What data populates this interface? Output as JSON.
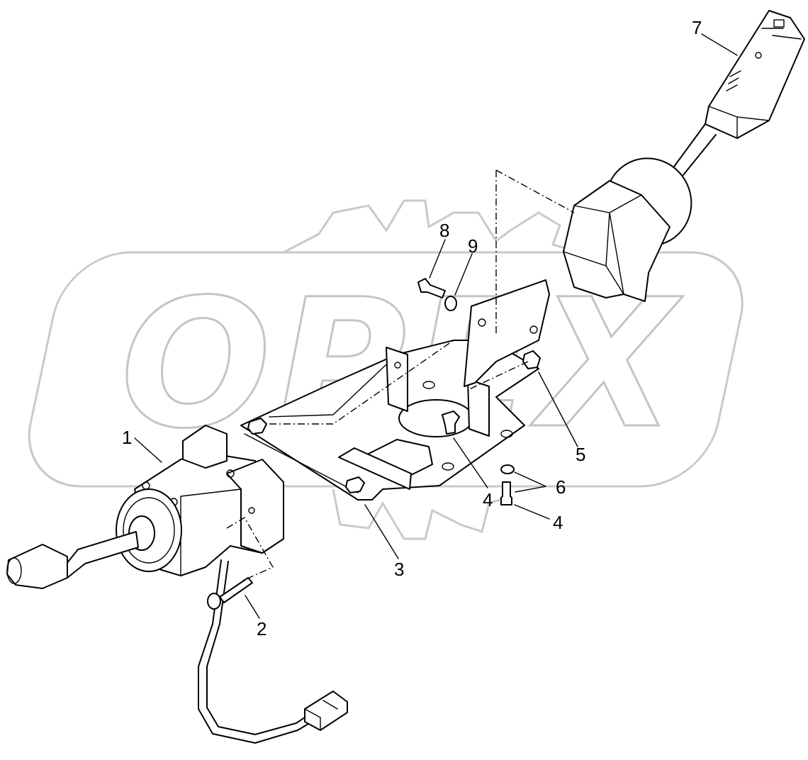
{
  "watermark": {
    "text": "OPEX"
  },
  "callouts": [
    {
      "id": "1",
      "label": "1"
    },
    {
      "id": "2",
      "label": "2"
    },
    {
      "id": "3",
      "label": "3"
    },
    {
      "id": "4a",
      "label": "4"
    },
    {
      "id": "4b",
      "label": "4"
    },
    {
      "id": "5",
      "label": "5"
    },
    {
      "id": "6",
      "label": "6"
    },
    {
      "id": "7",
      "label": "7"
    },
    {
      "id": "8",
      "label": "8"
    },
    {
      "id": "9",
      "label": "9"
    }
  ]
}
